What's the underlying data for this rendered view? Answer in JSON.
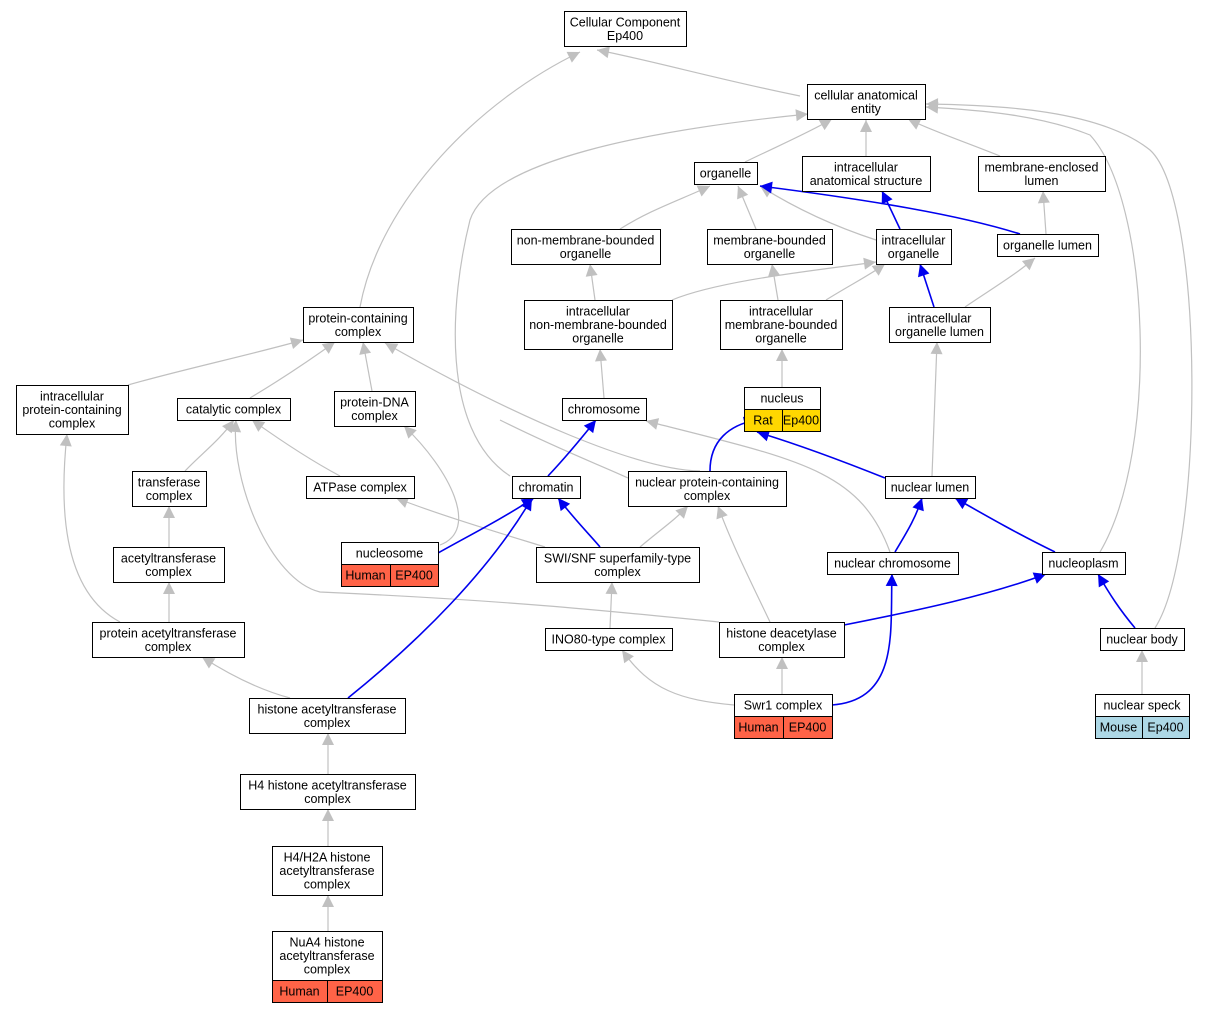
{
  "colors": {
    "human": "#ff6347",
    "rat": "#ffd700",
    "mouse": "#add8e6",
    "edge_grey": "#c0c0c0",
    "edge_blue": "#0000ee"
  },
  "nodes": {
    "root": [
      "Cellular Component",
      "Ep400"
    ],
    "cae": [
      "cellular anatomical",
      "entity"
    ],
    "organelle": [
      "organelle"
    ],
    "ias": [
      "intracellular",
      "anatomical structure"
    ],
    "mel": [
      "membrane-enclosed",
      "lumen"
    ],
    "nmbo": [
      "non-membrane-bounded",
      "organelle"
    ],
    "mbo": [
      "membrane-bounded",
      "organelle"
    ],
    "io": [
      "intracellular",
      "organelle"
    ],
    "ol": [
      "organelle lumen"
    ],
    "pcc": [
      "protein-containing",
      "complex"
    ],
    "inmbo": [
      "intracellular",
      "non-membrane-bounded",
      "organelle"
    ],
    "imbo": [
      "intracellular",
      "membrane-bounded",
      "organelle"
    ],
    "iol": [
      "intracellular",
      "organelle lumen"
    ],
    "ipcc": [
      "intracellular",
      "protein-containing",
      "complex"
    ],
    "cat": [
      "catalytic complex"
    ],
    "pdna": [
      "protein-DNA",
      "complex"
    ],
    "chromosome": [
      "chromosome"
    ],
    "nucleus": [
      "nucleus"
    ],
    "transferase": [
      "transferase",
      "complex"
    ],
    "atpase": [
      "ATPase complex"
    ],
    "chromatin": [
      "chromatin"
    ],
    "npcc": [
      "nuclear protein-containing",
      "complex"
    ],
    "nlumen": [
      "nuclear lumen"
    ],
    "nucleosome": [
      "nucleosome"
    ],
    "acetyl": [
      "acetyltransferase",
      "complex"
    ],
    "swisnf": [
      "SWI/SNF superfamily-type",
      "complex"
    ],
    "nchrom": [
      "nuclear chromosome"
    ],
    "nucleoplasm": [
      "nucleoplasm"
    ],
    "pat": [
      "protein acetyltransferase",
      "complex"
    ],
    "ino80": [
      "INO80-type complex"
    ],
    "hdac": [
      "histone deacetylase",
      "complex"
    ],
    "nbody": [
      "nuclear body"
    ],
    "hat": [
      "histone acetyltransferase",
      "complex"
    ],
    "swr1": [
      "Swr1 complex"
    ],
    "nspeck": [
      "nuclear speck"
    ],
    "h4hat": [
      "H4 histone acetyltransferase",
      "complex"
    ],
    "h4h2a": [
      "H4/H2A histone",
      "acetyltransferase",
      "complex"
    ],
    "nua4": [
      "NuA4 histone",
      "acetyltransferase",
      "complex"
    ]
  },
  "annotations": {
    "nucleus": {
      "species": "Rat",
      "gene": "Ep400",
      "color": "#ffd700"
    },
    "nucleosome": {
      "species": "Human",
      "gene": "EP400",
      "color": "#ff6347"
    },
    "swr1": {
      "species": "Human",
      "gene": "EP400",
      "color": "#ff6347"
    },
    "nspeck": {
      "species": "Mouse",
      "gene": "Ep400",
      "color": "#add8e6"
    },
    "nua4": {
      "species": "Human",
      "gene": "EP400",
      "color": "#ff6347"
    }
  }
}
